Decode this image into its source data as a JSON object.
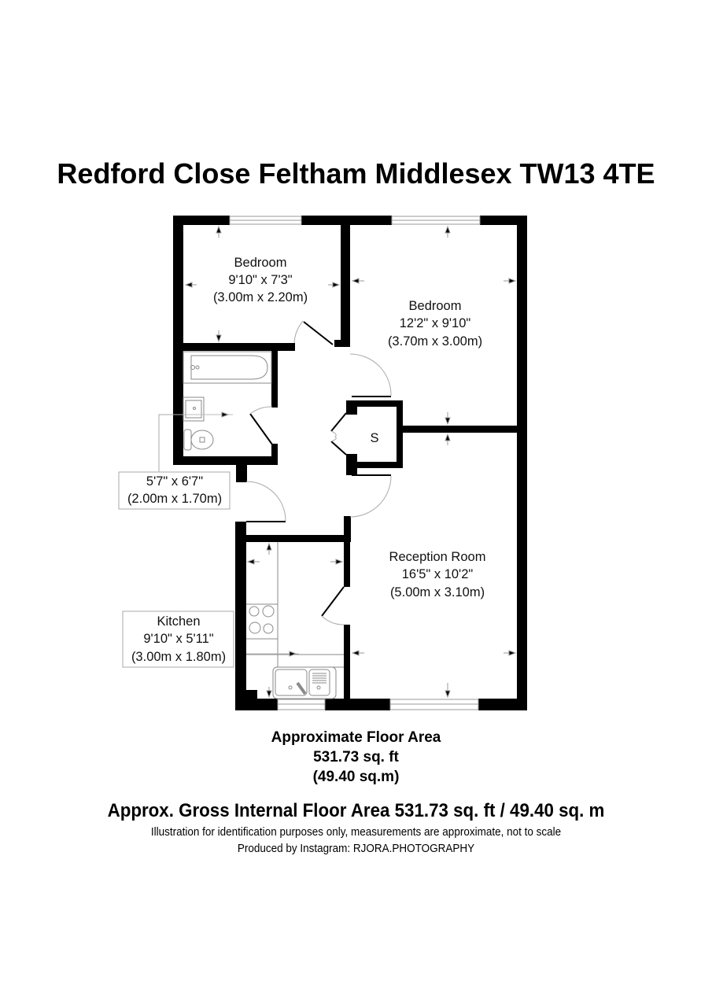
{
  "header": {
    "title": "Redford Close Feltham Middlesex TW13 4TE"
  },
  "rooms": [
    {
      "id": "bedroom-1",
      "name": "Bedroom",
      "imperial": "9'10\" x 7'3\"",
      "metric": "(3.00m x 2.20m)"
    },
    {
      "id": "bedroom-2",
      "name": "Bedroom",
      "imperial": "12'2\" x 9'10\"",
      "metric": "(3.70m x 3.00m)"
    },
    {
      "id": "bathroom",
      "name": "",
      "imperial": "5'7\" x 6'7\"",
      "metric": "(2.00m x 1.70m)"
    },
    {
      "id": "storage",
      "name": "S"
    },
    {
      "id": "reception",
      "name": "Reception Room",
      "imperial": "16'5\" x 10'2\"",
      "metric": "(5.00m x 3.10m)"
    },
    {
      "id": "kitchen",
      "name": "Kitchen",
      "imperial": "9'10\" x 5'11\"",
      "metric": "(3.00m x 1.80m)"
    }
  ],
  "floor_area": {
    "label": "Approximate Floor Area",
    "sqft": "531.73 sq. ft",
    "sqm": "(49.40 sq.m)"
  },
  "footer": {
    "gross": "Approx. Gross Internal Floor Area 531.73 sq. ft / 49.40 sq. m",
    "disclaimer": "Illustration for identification purposes only, measurements are approximate, not to scale",
    "produced_by": "Produced by Instagram: RJORA.PHOTOGRAPHY"
  },
  "colors": {
    "wall": "#000000",
    "fixture": "#8a8a8a",
    "background": "#ffffff"
  }
}
